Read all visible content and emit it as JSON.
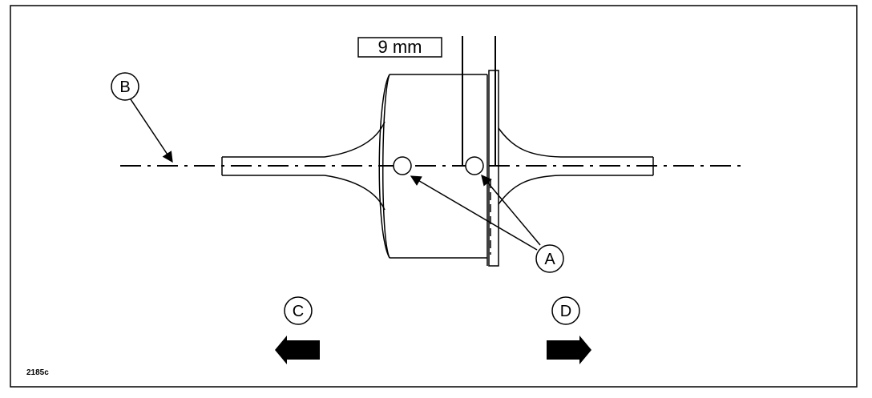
{
  "diagram": {
    "dimension_label": "9 mm",
    "reference_code": "2185c",
    "callouts": {
      "a": "A",
      "b": "B",
      "c": "C",
      "d": "D"
    },
    "colors": {
      "line": "#000000",
      "background": "#ffffff"
    }
  }
}
